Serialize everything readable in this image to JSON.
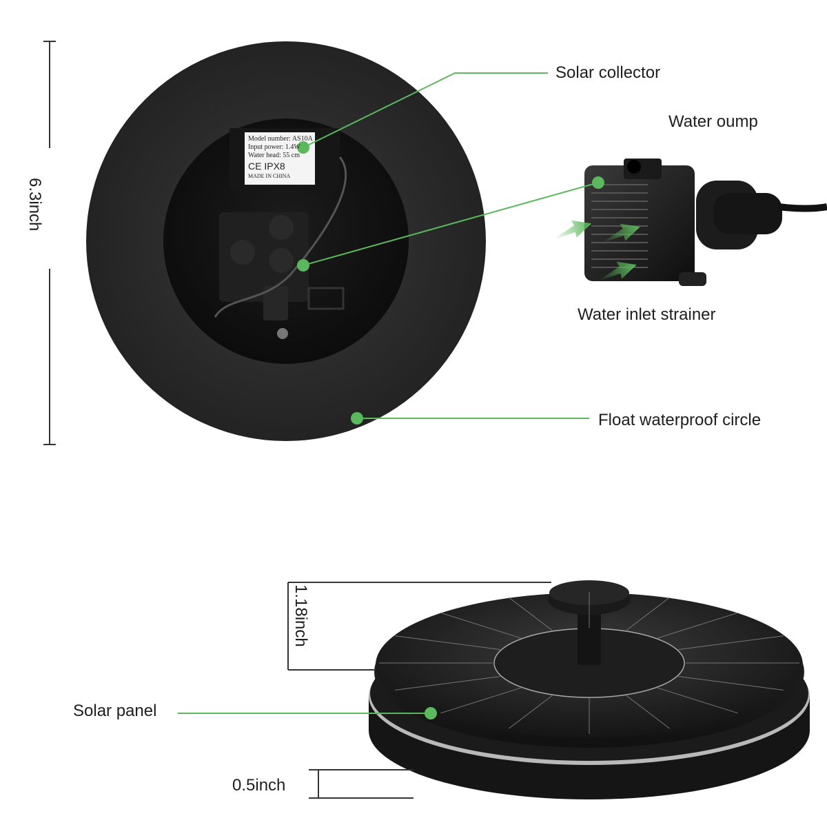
{
  "callouts": {
    "solar_collector": "Solar collector",
    "water_pump": "Water oump",
    "water_inlet_strainer": "Water inlet strainer",
    "float_circle": "Float waterproof circle",
    "solar_panel": "Solar panel"
  },
  "dimensions": {
    "diameter": "6.3inch",
    "height": "1.18inch",
    "thickness": "0.5inch"
  },
  "product_label": {
    "model_line": "Model number:",
    "model_value": "AS10A",
    "power_line": "Input power:",
    "power_value": "1.4W",
    "head_line": "Water head:",
    "head_value": "55 cm",
    "ce": "CE",
    "ipx": "IPX8",
    "origin": "MADE IN CHINA"
  },
  "colors": {
    "accent_green": "#5cb85c",
    "foam_black": "#2a2a2a",
    "dimension_line": "#333333"
  }
}
